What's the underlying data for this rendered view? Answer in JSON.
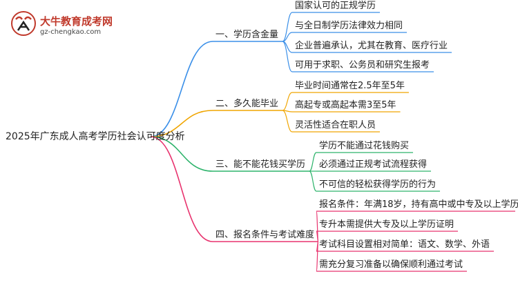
{
  "logo": {
    "name": "大牛教育成考网",
    "url": "gz-chengkao.com"
  },
  "root": "2025年广东成人高考学历社会认可度分析",
  "branches": [
    {
      "label": "一、学历含金量",
      "color": "#3a8fe8",
      "leaves": [
        "国家认可的正规学历",
        "与全日制学历法律效力相同",
        "企业普遍承认，尤其在教育、医疗行业",
        "可用于求职、公务员和研究生报考"
      ]
    },
    {
      "label": "二、多久能毕业",
      "color": "#f0a500",
      "leaves": [
        "毕业时间通常在2.5年至5年",
        "高起专或高起本需3至5年",
        "灵活性适合在职人员"
      ]
    },
    {
      "label": "三、能不能花钱买学历",
      "color": "#2db36b",
      "leaves": [
        "学历不能通过花钱购买",
        "必须通过正规考试流程获得",
        "不可信的轻松获得学历的行为"
      ]
    },
    {
      "label": "四、报名条件与考试难度",
      "color": "#e8336e",
      "leaves": [
        "报名条件：年满18岁，持有高中或中专及以上学历",
        "专升本需提供大专及以上学历证明",
        "考试科目设置相对简单：语文、数学、外语",
        "需充分复习准备以确保顺利通过考试"
      ]
    }
  ]
}
